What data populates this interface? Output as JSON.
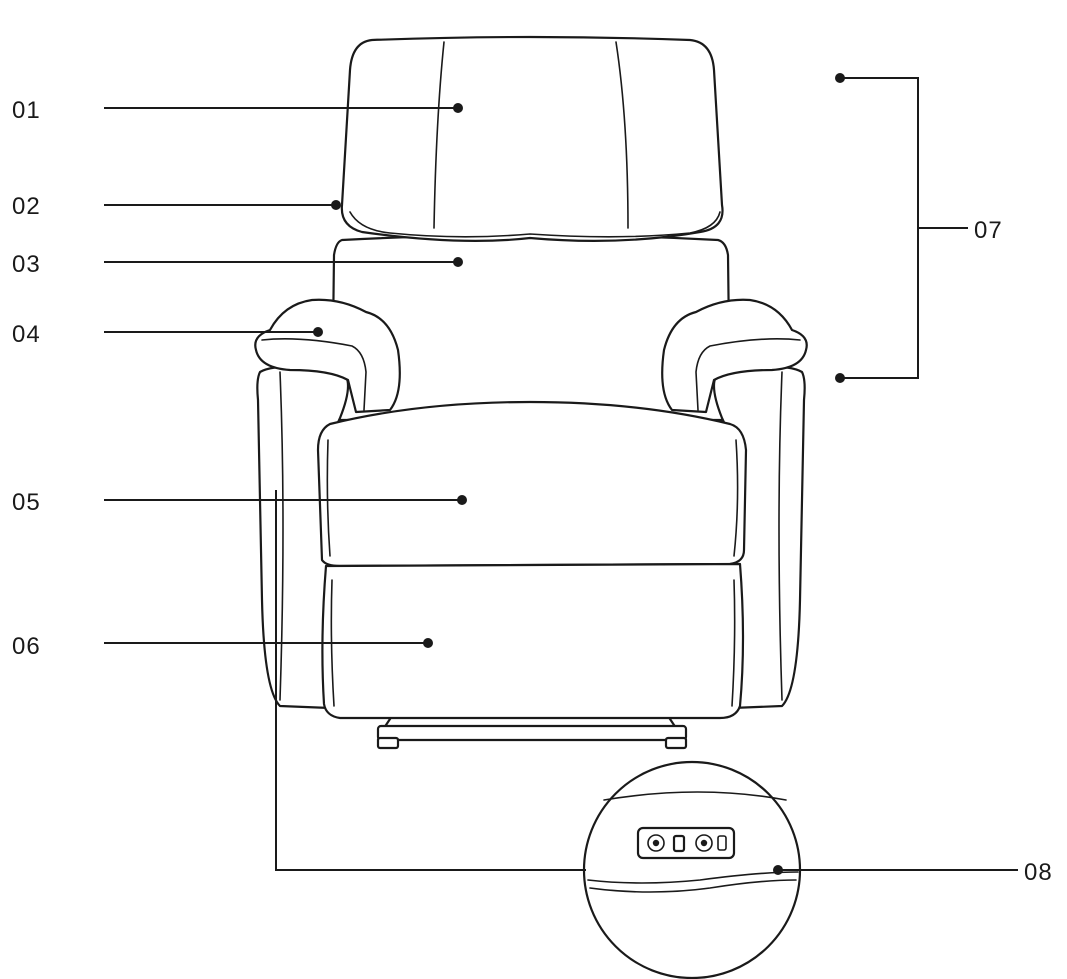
{
  "diagram": {
    "parts": [
      {
        "id": "headrest",
        "label": "01"
      },
      {
        "id": "headrest-seam",
        "label": "02"
      },
      {
        "id": "backrest",
        "label": "03"
      },
      {
        "id": "armrest",
        "label": "04"
      },
      {
        "id": "seat-cushion",
        "label": "05"
      },
      {
        "id": "footrest",
        "label": "06"
      },
      {
        "id": "back-group",
        "label": "07"
      },
      {
        "id": "control-panel",
        "label": "08"
      }
    ]
  }
}
